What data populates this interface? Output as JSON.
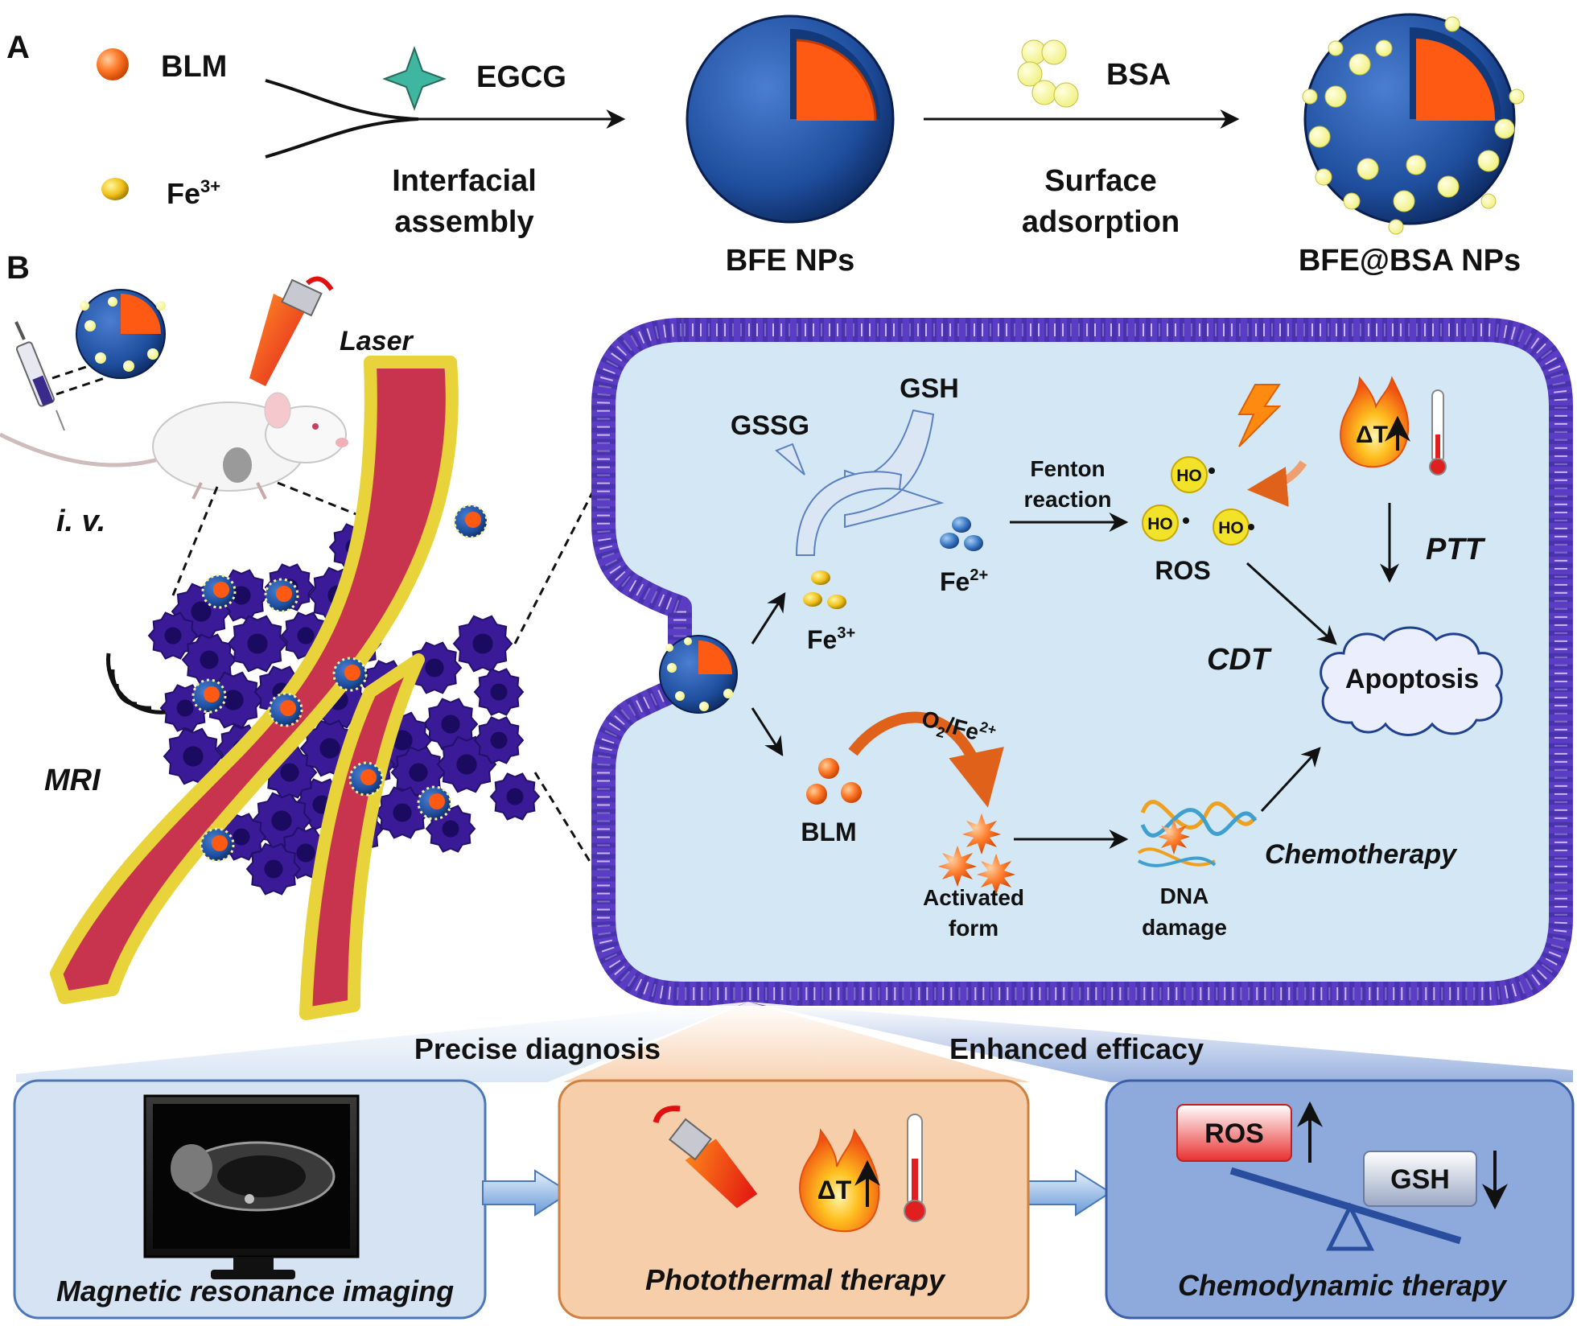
{
  "panel_a": {
    "label": "A",
    "blm_label": "BLM",
    "fe3_label": "Fe",
    "fe3_sup": "3+",
    "egcg_label": "EGCG",
    "step1_line1": "Interfacial",
    "step1_line2": "assembly",
    "bfe_label": "BFE NPs",
    "bsa_label": "BSA",
    "step2_line1": "Surface",
    "step2_line2": "adsorption",
    "bfebsa_label": "BFE@BSA NPs"
  },
  "panel_b": {
    "label": "B",
    "laser_label": "Laser",
    "iv_label": "i. v.",
    "mri_label": "MRI"
  },
  "cell": {
    "gssg": "GSSG",
    "gsh": "GSH",
    "fenton_line1": "Fenton",
    "fenton_line2": "reaction",
    "ho": "HO",
    "ros": "ROS",
    "delta_t": "ΔT",
    "ptt": "PTT",
    "fe2": "Fe",
    "fe2_sup": "2+",
    "fe3": "Fe",
    "fe3_sup": "3+",
    "cdt": "CDT",
    "apoptosis": "Apoptosis",
    "o2": "O",
    "o2_sub": "2",
    "o2_fe": "/Fe",
    "o2_fe_sup": "2+",
    "blm": "BLM",
    "activated_line1": "Activated",
    "activated_line2": "form",
    "dna_line1": "DNA",
    "dna_line2": "damage",
    "chemo": "Chemotherapy"
  },
  "bottom": {
    "precise": "Precise diagnosis",
    "enhanced": "Enhanced efficacy",
    "mri_caption": "Magnetic resonance imaging",
    "ptt_caption": "Photothermal therapy",
    "delta_t": "ΔT",
    "cdt_caption": "Chemodynamic therapy",
    "ros_box": "ROS",
    "gsh_box": "GSH"
  },
  "colors": {
    "core": "#ff5a14",
    "shell": "#1f4e9e",
    "vessel": "#c8334e",
    "vessel_wall": "#e8d33a",
    "tumor": "#3a1a96",
    "cell_fill": "#d3e8f4",
    "membrane": "#5b3cc4",
    "panel_left": "#d5e3f3",
    "panel_mid": "#f7ceaa",
    "panel_right": "#8ea9dc"
  }
}
